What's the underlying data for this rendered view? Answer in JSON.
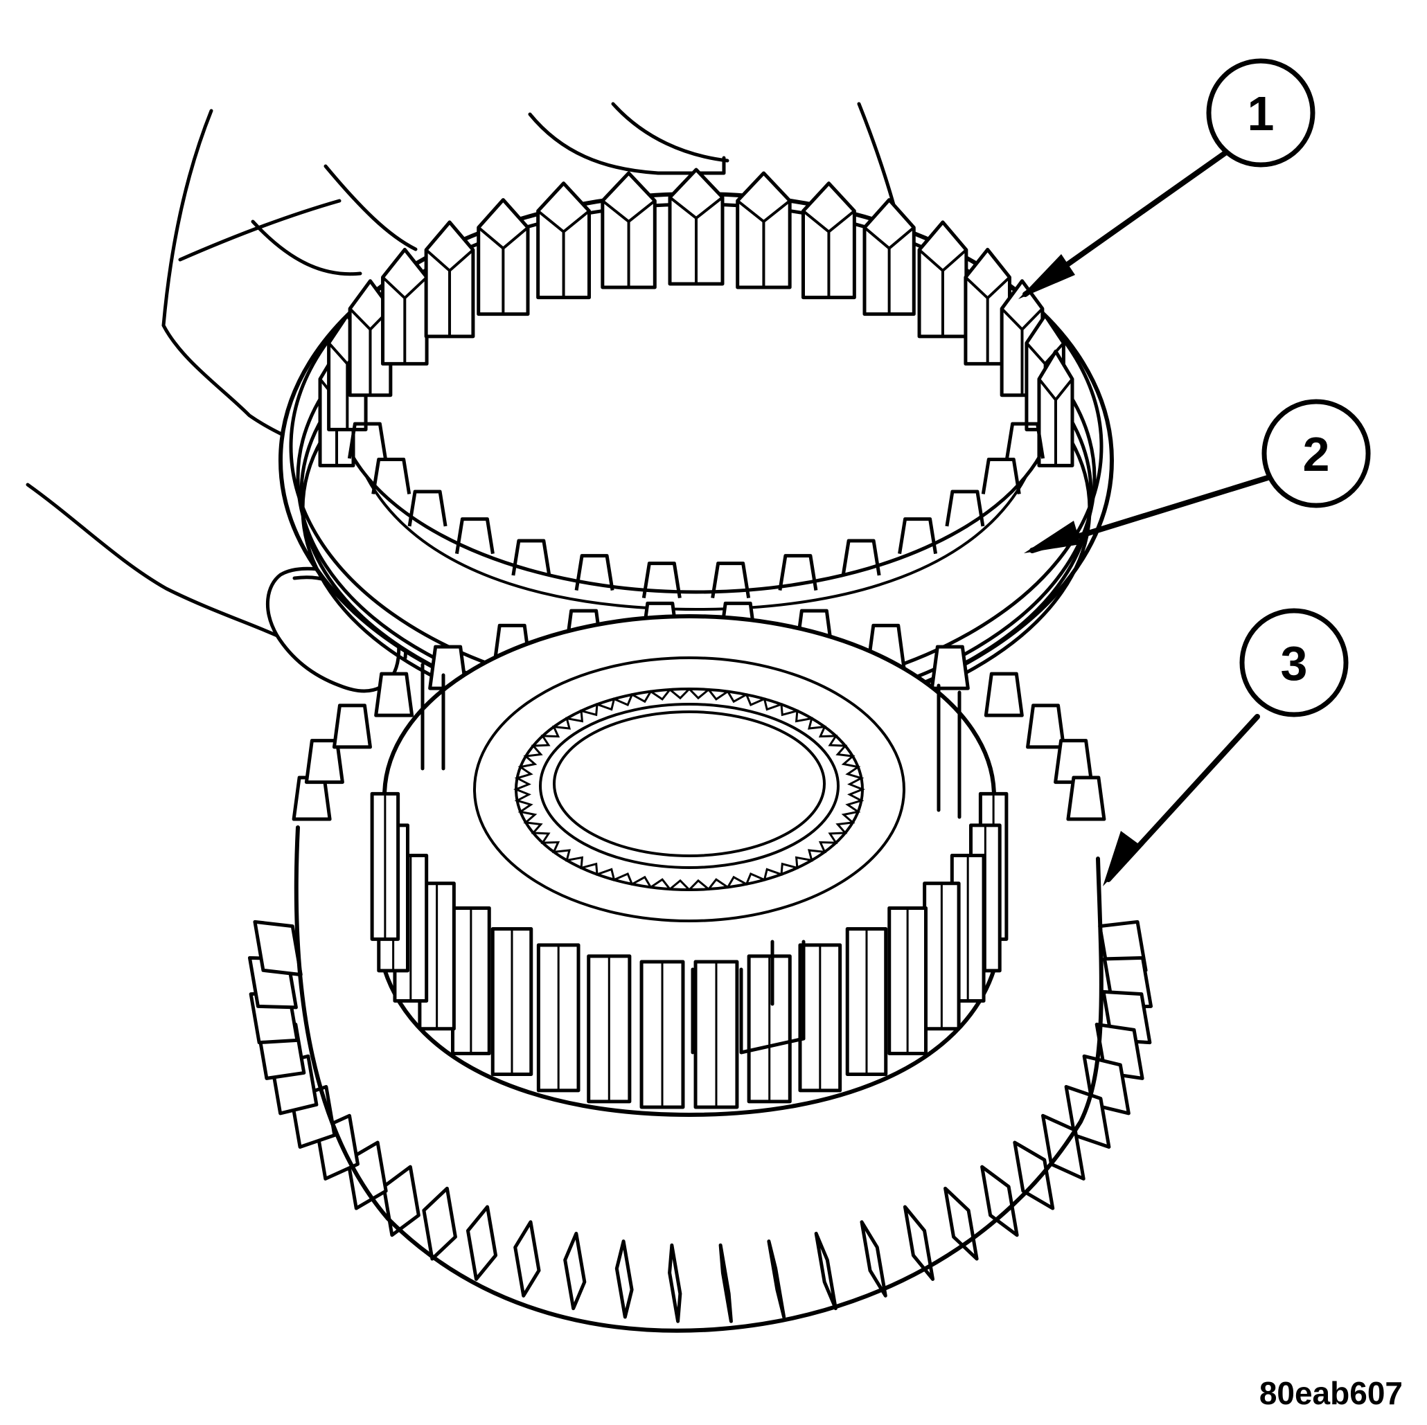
{
  "figure": {
    "code": "80eab607",
    "callouts": [
      {
        "id": "1",
        "label": "1",
        "target": "synchronizer-ring"
      },
      {
        "id": "2",
        "label": "2",
        "target": "synchronizer-cone-surface"
      },
      {
        "id": "3",
        "label": "3",
        "target": "gear"
      }
    ]
  },
  "colors": {
    "line": "#000000",
    "background": "#ffffff"
  }
}
